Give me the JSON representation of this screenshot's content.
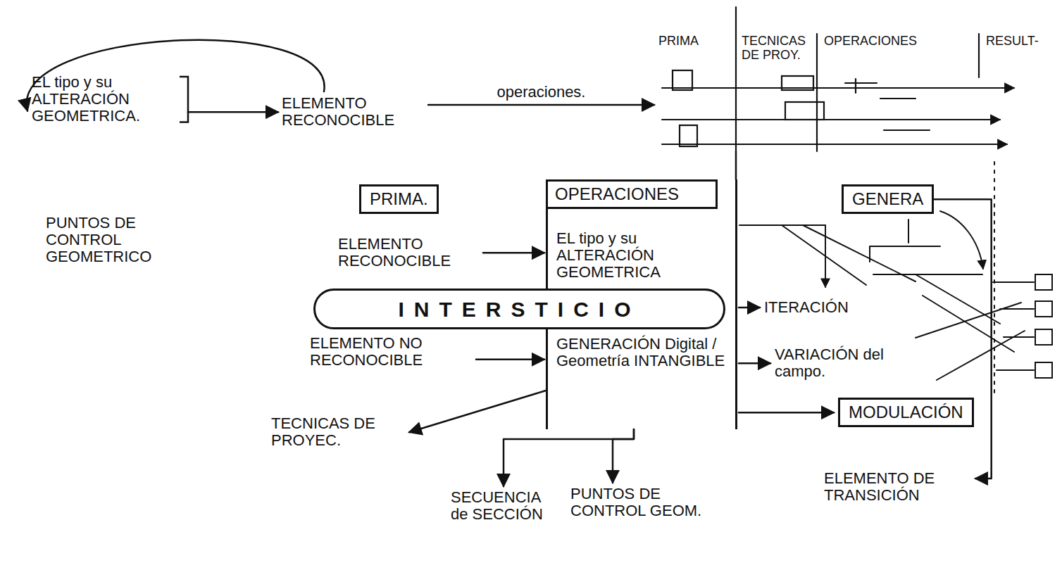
{
  "diagram": {
    "nodes": [
      {
        "text": [
          "EL tipo y su ALTERACIÓN GEOMETRICA."
        ]
      },
      {
        "text": [
          "ELEMENTO RECONOCIBLE"
        ]
      },
      {
        "text": [
          "PRIMA",
          "TECNICAS DE PROY.",
          "OPERACIONES",
          "RESULT-"
        ]
      },
      {
        "text": [
          "PRIMA."
        ]
      },
      {
        "text": [
          "ELEMENTO RECONOCIBLE"
        ]
      },
      {
        "text": [
          "INTERSTICIO"
        ]
      },
      {
        "text": [
          "ELEMENTO NO RECONOCIBLE"
        ]
      },
      {
        "text": [
          "OPERACIONES",
          "EL tipo y su ALTERACIÓN GEOMETRICA",
          "GENERACIÓN Digital / Geometría INTANGIBLE"
        ]
      },
      {
        "text": [
          "GENERA"
        ]
      },
      {
        "text": [
          "ITERACIÓN"
        ]
      },
      {
        "text": [
          "VARIACIÓN del campo."
        ]
      },
      {
        "text": [
          "MODULACIÓN"
        ]
      },
      {
        "text": [
          "TECNICAS DE PROYEC."
        ]
      },
      {
        "text": [
          "SECUENCIA de SECCIÓN"
        ]
      },
      {
        "text": [
          "PUNTOS DE CONTROL GEOM."
        ]
      },
      {
        "text": [
          "ELEMENTO DE TRANSICIÓN"
        ]
      }
    ],
    "edges": [
      {
        "from": 0,
        "to": 1,
        "arrow": "to"
      },
      {
        "from": 1,
        "to": 2,
        "label": "operaciones.",
        "arrow": "to"
      },
      {
        "from": 1,
        "to": 0,
        "arrow": "to"
      },
      {
        "from": 2,
        "to": 7,
        "arrow": "none"
      },
      {
        "from": 4,
        "to": 7,
        "arrow": "to"
      },
      {
        "from": 6,
        "to": 7,
        "arrow": "to"
      },
      {
        "from": 7,
        "to": 9,
        "arrow": "to"
      },
      {
        "from": 7,
        "to": 10,
        "arrow": "to"
      },
      {
        "from": 7,
        "to": 11,
        "arrow": "to"
      },
      {
        "from": 7,
        "to": 12,
        "arrow": "to"
      },
      {
        "from": 7,
        "to": 13,
        "arrow": "to"
      },
      {
        "from": 7,
        "to": 14,
        "arrow": "to"
      },
      {
        "from": 8,
        "to": 15,
        "arrow": "to"
      }
    ],
    "labels": [
      "PUNTOS DE CONTROL GEOMETRICO"
    ]
  }
}
